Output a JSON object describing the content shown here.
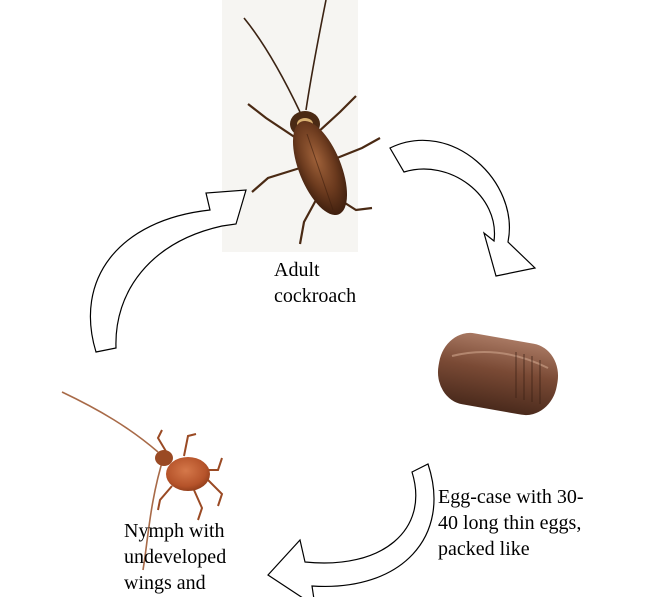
{
  "diagram": {
    "stages": [
      {
        "id": "adult",
        "image": "adult-cockroach",
        "caption_lines": [
          "Adult",
          "cockroach"
        ]
      },
      {
        "id": "egg-case",
        "image": "egg-case",
        "caption_lines": [
          "Egg-case with 30-",
          "40 long thin eggs,",
          "packed like"
        ]
      },
      {
        "id": "nymph",
        "image": "nymph",
        "caption_lines": [
          "Nymph with",
          "undeveloped",
          "wings and"
        ]
      }
    ],
    "arrows": [
      {
        "from": "adult",
        "to": "egg-case",
        "style": "curved-outline"
      },
      {
        "from": "egg-case",
        "to": "nymph",
        "style": "curved-outline"
      },
      {
        "from": "nymph",
        "to": "adult",
        "style": "curved-outline"
      }
    ],
    "colors": {
      "background": "#ffffff",
      "text": "#000000",
      "arrow_fill": "#ffffff",
      "arrow_stroke": "#000000",
      "adult_body": "#6b3a1e",
      "egg_case": "#7a4a35",
      "nymph_body": "#b5532a"
    }
  }
}
